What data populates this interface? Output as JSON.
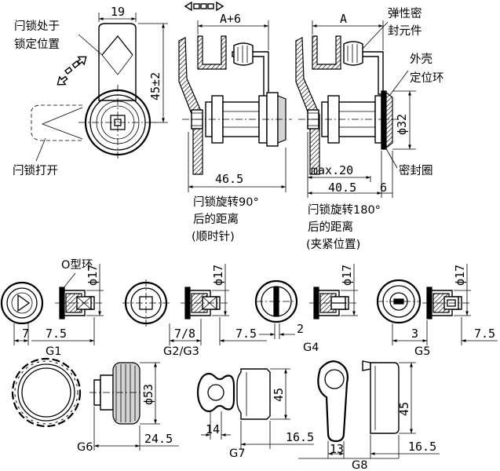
{
  "labels": {
    "latch_locked": [
      "闩锁处于",
      "锁定位置"
    ],
    "latch_open": "闩锁打开",
    "elastic_seal": [
      "弹性密",
      "封元件"
    ],
    "housing_ring": [
      "外壳",
      "定位环"
    ],
    "seal_ring": "密封圈",
    "rotate90": [
      "闩锁旋转90°",
      "后的距离",
      "(顺时针)"
    ],
    "rotate180": [
      "闩锁旋转180°",
      "后的距离",
      "(夹紧位置)"
    ],
    "o_ring": "O型环"
  },
  "dims": {
    "top_width": "19",
    "top_height": "45±2",
    "a_plus_6": "A+6",
    "a": "A",
    "dist_90": "46.5",
    "max20": "max.20",
    "dist_180": "40.5",
    "flange": "6",
    "dia32": "ϕ32",
    "g_dia17": "ϕ17",
    "g1_a": "7",
    "g1_b": "7.5",
    "g23_a": "7/8",
    "g23_b": "7.5",
    "g4_a": "2",
    "g5_a": "3",
    "g5_b": "7.5",
    "g6_dia": "ϕ53",
    "g6_len": "24.5",
    "g7_w": "14",
    "g7_h": "45",
    "g7_len": "16.5",
    "g8_w": "13",
    "g8_h": "45",
    "g8_len": "16.5"
  },
  "variants": {
    "g1": "G1",
    "g23": "G2/G3",
    "g4": "G4",
    "g5": "G5",
    "g6": "G6",
    "g7": "G7",
    "g8": "G8"
  }
}
